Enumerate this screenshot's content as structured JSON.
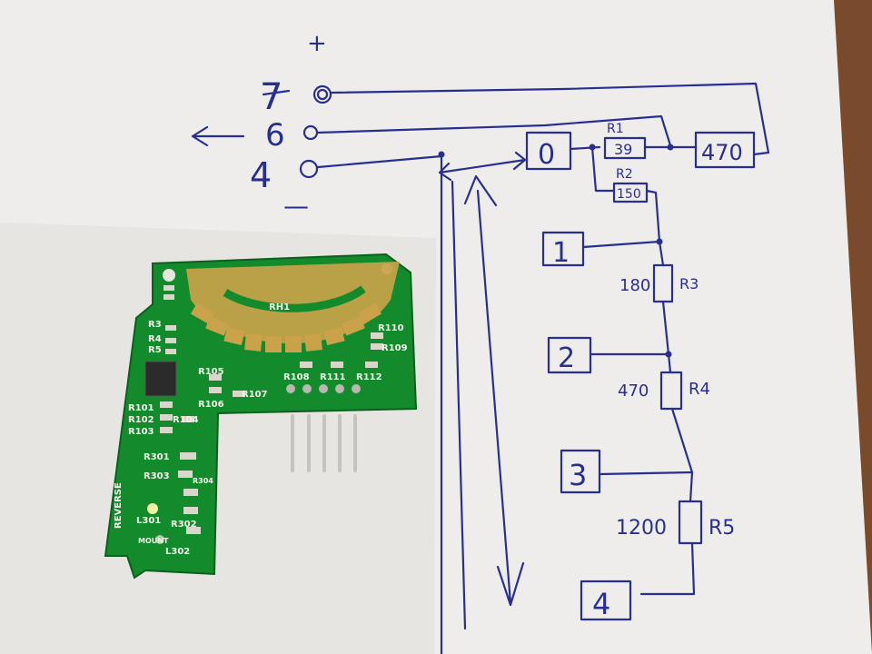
{
  "connector": {
    "plus": "+",
    "minus": "—",
    "pins": [
      "7",
      "6",
      "4"
    ]
  },
  "boxes": {
    "b0": "0",
    "b1": "1",
    "b2": "2",
    "b3": "3",
    "b4": "4",
    "r470_top": "470"
  },
  "resistors": [
    {
      "name": "R1",
      "value": "39"
    },
    {
      "name": "R2",
      "value": "150"
    },
    {
      "name": "R3",
      "value": "180"
    },
    {
      "name": "R4",
      "value": "470"
    },
    {
      "name": "R5",
      "value": "1200"
    }
  ],
  "pcb": {
    "rh1": "RH1",
    "reverse": "REVERSE",
    "mount": "MOUNT",
    "left_labels": [
      "R3",
      "R4",
      "R5",
      "R101",
      "R102",
      "R103",
      "R301",
      "R303",
      "L301",
      "R302",
      "L302"
    ],
    "right_labels": [
      "R105",
      "R106",
      "R107",
      "R108",
      "R111",
      "R112",
      "R110",
      "R109",
      "R104",
      "R304"
    ]
  },
  "colors": {
    "ink": "#2a2f8f",
    "pcb_green": "#138a2c",
    "pad_gold": "#c9a24a",
    "paper": "#f1f0ee"
  }
}
